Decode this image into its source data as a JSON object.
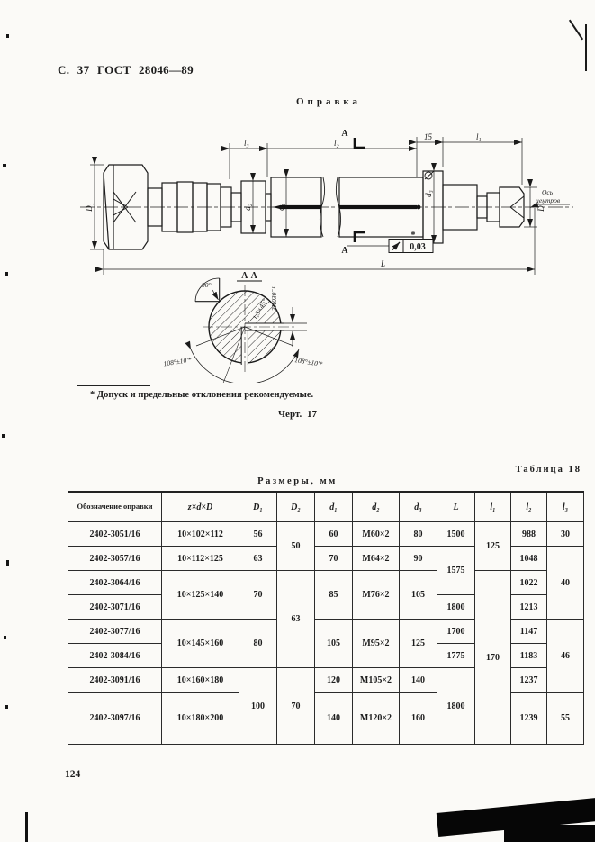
{
  "page": {
    "header": "С. 37  ГОСТ 28046—89",
    "title": "Оправка",
    "footnote": "* Допуск и предельные отклонения рекомендуемые.",
    "figure_caption": "Черт. 17",
    "units_caption": "Размеры, мм",
    "table_caption": "Таблица 18",
    "page_number": "124"
  },
  "drawing": {
    "section_label": "А",
    "section_title": "А-А",
    "axis_label_line1": "Ось",
    "axis_label_line2": "центров",
    "tolerance_value": "0,03",
    "tolerance_star": "*",
    "angle_top": "90°",
    "angle_left": "108°±10'*",
    "angle_right": "108°±10'*",
    "slot_dim": "3Н030⁻¹",
    "chamfer": "1,5×45°",
    "dims": {
      "l3": "l₃",
      "l2": "l₂",
      "f15": "15",
      "l1": "l₁",
      "L": "L",
      "D1": "D₁",
      "D2": "D₂",
      "d1": "d₁",
      "d2": "d₂",
      "d3": "d₃"
    }
  },
  "table": {
    "columns": [
      "Обозначение оправки",
      "z×d×D",
      "D₁",
      "D₂",
      "d₁",
      "d₂",
      "d₃",
      "L",
      "l₁",
      "l₂",
      "l₃"
    ],
    "rows": [
      [
        "2402-3051/16",
        "10×102×112",
        "56",
        "50",
        "60",
        "М60×2",
        "80",
        "1500",
        "125",
        "988",
        "30"
      ],
      [
        "2402-3057/16",
        "10×112×125",
        "63",
        "70",
        "М64×2",
        "90",
        "1575",
        "1048",
        "40"
      ],
      [
        "2402-3064/16",
        "10×125×140",
        "70",
        "63",
        "85",
        "М76×2",
        "105",
        "170",
        "1022"
      ],
      [
        "2402-3071/16",
        "1800",
        "1213"
      ],
      [
        "2402-3077/16",
        "10×145×160",
        "80",
        "105",
        "М95×2",
        "125",
        "1700",
        "1147",
        "46"
      ],
      [
        "2402-3084/16",
        "1775",
        "1183"
      ],
      [
        "2402-3091/16",
        "10×160×180",
        "100",
        "70",
        "120",
        "М105×2",
        "140",
        "1800",
        "1237"
      ],
      [
        "2402-3097/16",
        "10×180×200",
        "140",
        "М120×2",
        "160",
        "1239",
        "55"
      ]
    ]
  }
}
